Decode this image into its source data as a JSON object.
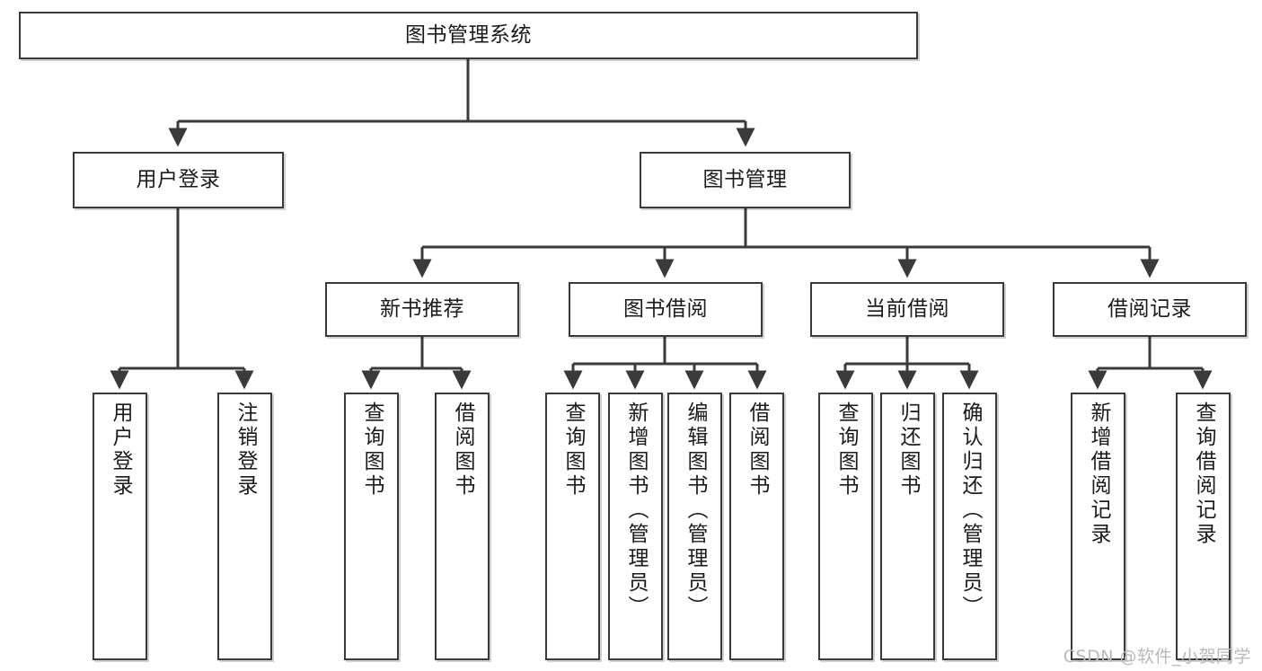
{
  "diagram": {
    "title": "图书管理系统",
    "type": "功能结构图",
    "watermark": "CSDN @软件_小贺同学",
    "colors": {
      "box_border": "#3a3a3a",
      "box_fill": "#ffffff",
      "edge": "#3a3a3a",
      "text": "#1b1b1b",
      "watermark": "#b9b9b9"
    }
  },
  "nodes": {
    "root": {
      "label": "图书管理系统"
    },
    "level2": [
      {
        "label": "用户登录"
      },
      {
        "label": "图书管理"
      }
    ],
    "level3": [
      {
        "label": "新书推荐"
      },
      {
        "label": "图书借阅"
      },
      {
        "label": "当前借阅"
      },
      {
        "label": "借阅记录"
      }
    ],
    "leaves": {
      "user_login": [
        {
          "label": "用户登录"
        },
        {
          "label": "注销登录"
        }
      ],
      "new_book_recommend": [
        {
          "label": "查询图书"
        },
        {
          "label": "借阅图书"
        }
      ],
      "book_borrow": [
        {
          "label": "查询图书"
        },
        {
          "label": "新增图书（管理员）"
        },
        {
          "label": "编辑图书（管理员）"
        },
        {
          "label": "借阅图书"
        }
      ],
      "current_borrow": [
        {
          "label": "查询图书"
        },
        {
          "label": "归还图书"
        },
        {
          "label": "确认归还（管理员）"
        }
      ],
      "borrow_record": [
        {
          "label": "新增借阅记录"
        },
        {
          "label": "查询借阅记录"
        }
      ]
    }
  }
}
